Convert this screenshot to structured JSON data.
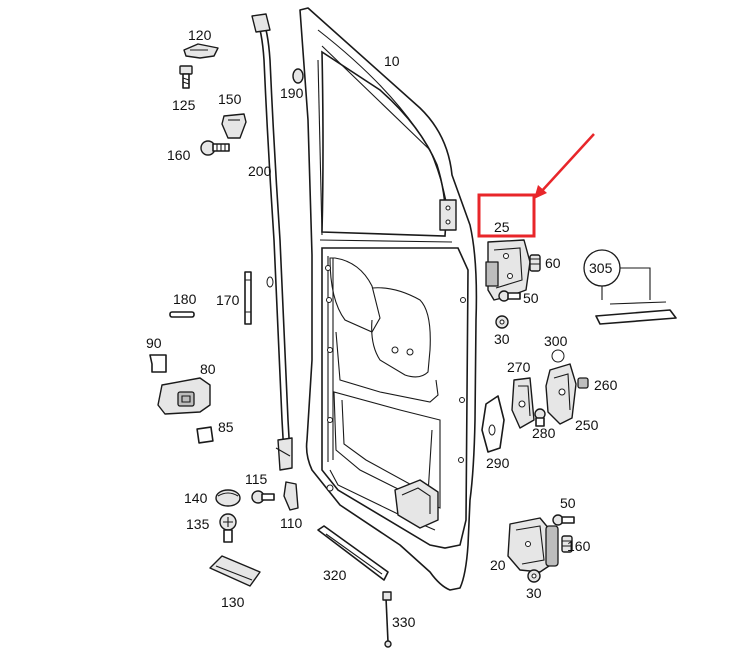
{
  "callouts": {
    "c120": "120",
    "c125": "125",
    "c150": "150",
    "c160a": "160",
    "c190": "190",
    "c10": "10",
    "c200": "200",
    "c25": "25",
    "c60a": "60",
    "c305": "305",
    "c50a": "50",
    "c30a": "30",
    "c180": "180",
    "c170": "170",
    "c90": "90",
    "c80": "80",
    "c85": "85",
    "c300": "300",
    "c270": "270",
    "c260": "260",
    "c280": "280",
    "c250": "250",
    "c290": "290",
    "c115": "115",
    "c140": "140",
    "c135": "135",
    "c110": "110",
    "c50b": "50",
    "c160b": "160",
    "c20": "20",
    "c30b": "30",
    "c320": "320",
    "c130": "130",
    "c330": "330"
  },
  "highlight": {
    "color": "#e8262a",
    "target": "25"
  },
  "colors": {
    "line": "#1a1a1a",
    "fill_light": "#e6e6e6",
    "fill_mid": "#bdbdbd"
  }
}
